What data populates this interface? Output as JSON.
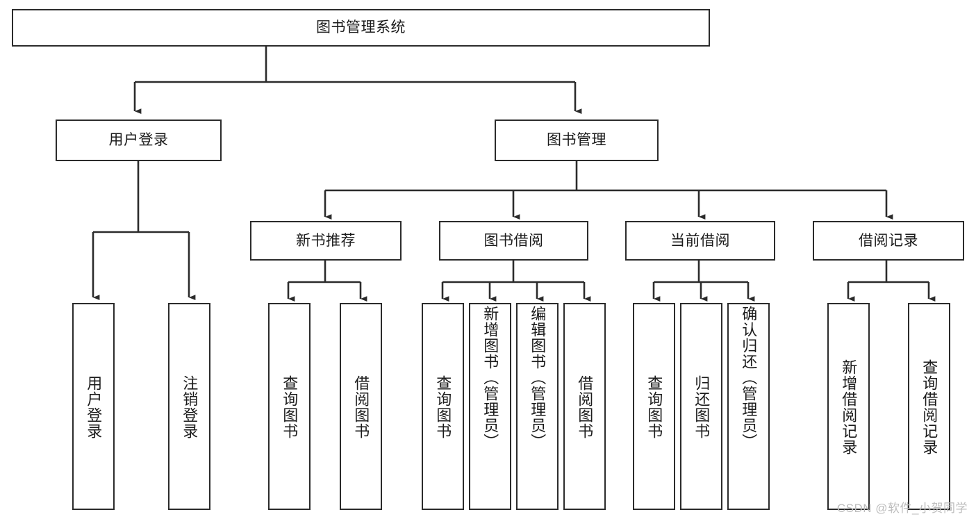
{
  "diagram": {
    "type": "tree-hierarchy",
    "title": "图书管理系统",
    "orientation": "top-down",
    "colors": {
      "box_border": "#2b2b2b",
      "box_fill": "#ffffff",
      "connector": "#2b2b2b",
      "text": "#1b1b1b",
      "watermark": "#bdbdbd"
    },
    "root": {
      "label": "图书管理系统"
    },
    "level2": [
      {
        "label": "用户登录"
      },
      {
        "label": "图书管理"
      }
    ],
    "level3": [
      {
        "label": "新书推荐"
      },
      {
        "label": "图书借阅"
      },
      {
        "label": "当前借阅"
      },
      {
        "label": "借阅记录"
      }
    ],
    "leaves": {
      "user_login": [
        {
          "label": "用户登录"
        },
        {
          "label": "注销登录"
        }
      ],
      "new_book_recommend": [
        {
          "label": "查询图书"
        },
        {
          "label": "借阅图书"
        }
      ],
      "book_borrow": [
        {
          "label": "查询图书"
        },
        {
          "label": "新增图书（管理员）"
        },
        {
          "label": "编辑图书（管理员）"
        },
        {
          "label": "借阅图书"
        }
      ],
      "current_borrow": [
        {
          "label": "查询图书"
        },
        {
          "label": "归还图书"
        },
        {
          "label": "确认归还（管理员）"
        }
      ],
      "borrow_record": [
        {
          "label": "新增借阅记录"
        },
        {
          "label": "查询借阅记录"
        }
      ]
    }
  },
  "watermark": {
    "text": "CSDN @软件_小贺同学"
  }
}
